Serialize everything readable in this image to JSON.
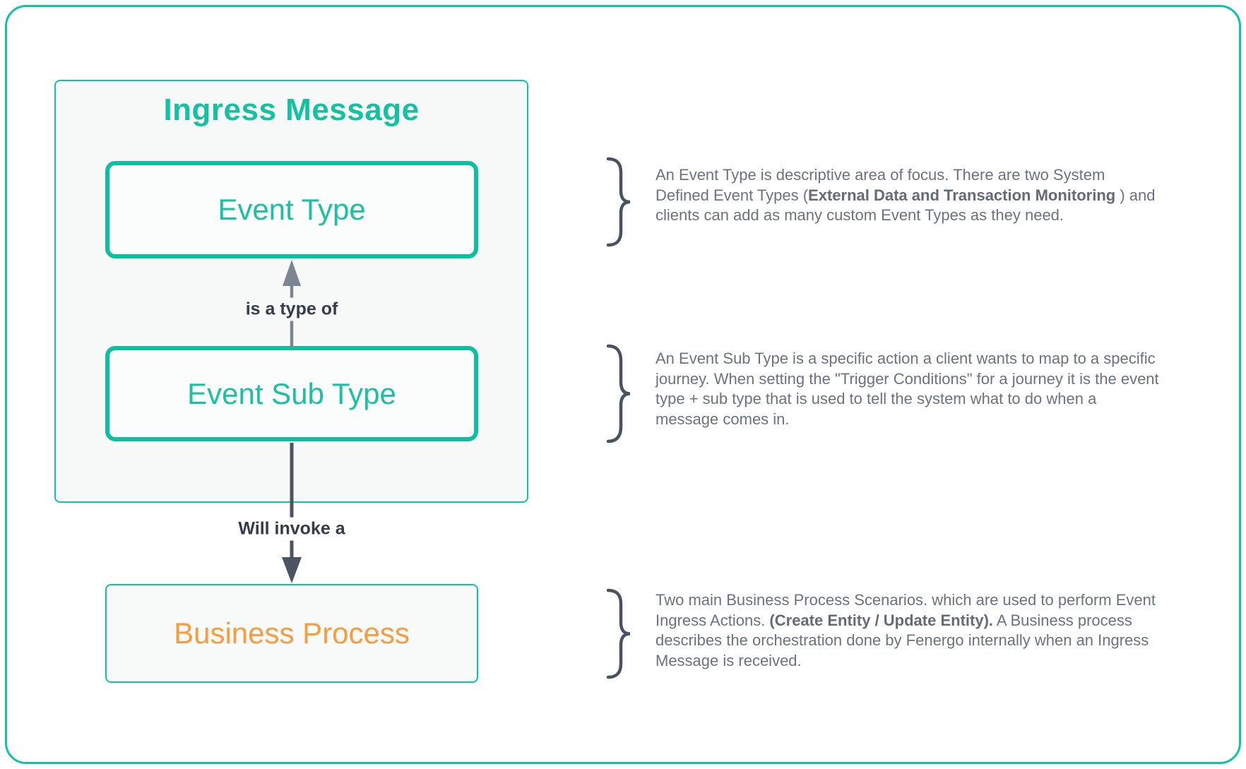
{
  "diagram": {
    "title": "Ingress Message",
    "nodes": [
      {
        "id": "event-type",
        "label": "Event Type"
      },
      {
        "id": "event-sub-type",
        "label": "Event Sub Type"
      },
      {
        "id": "business-process",
        "label": "Business Process"
      }
    ],
    "edges": [
      {
        "from": "event-sub-type",
        "to": "event-type",
        "label": "is a type of",
        "direction": "up"
      },
      {
        "from": "event-sub-type",
        "to": "business-process",
        "label": "Will invoke a",
        "direction": "down"
      }
    ]
  },
  "annotations": [
    {
      "segments": [
        {
          "text": "An Event Type is descriptive area of focus. There are two System Defined Event Types (",
          "bold": false
        },
        {
          "text": "External Data and Transaction Monitoring",
          "bold": true
        },
        {
          "text": " ) and clients can add as many custom Event Types as they need.",
          "bold": false
        }
      ]
    },
    {
      "segments": [
        {
          "text": "An Event Sub Type is a specific action a client wants to map to a specific journey. When setting the \"Trigger Conditions\" for a journey it is the event type + sub type that is used to tell the system what to do when a message comes in.",
          "bold": false
        }
      ]
    },
    {
      "segments": [
        {
          "text": "Two main Business Process Scenarios. which are used to perform Event Ingress Actions. ",
          "bold": false
        },
        {
          "text": "(Create Entity / Update Entity).",
          "bold": true
        },
        {
          "text": " A Business process describes the orchestration done by Fenergo internally when an Ingress Message is received.",
          "bold": false
        }
      ]
    }
  ],
  "colors": {
    "accent_teal": "#10c3a4",
    "node_text_teal": "#1ec0a2",
    "business_text_orange": "#f89c40",
    "arrow_dark": "#4b5460",
    "arrow_gray": "#7d8590",
    "brace": "#49525f",
    "paragraph_text": "#6a737e",
    "edge_label_text": "#343c49",
    "container_bg": "#f7f8f8"
  }
}
